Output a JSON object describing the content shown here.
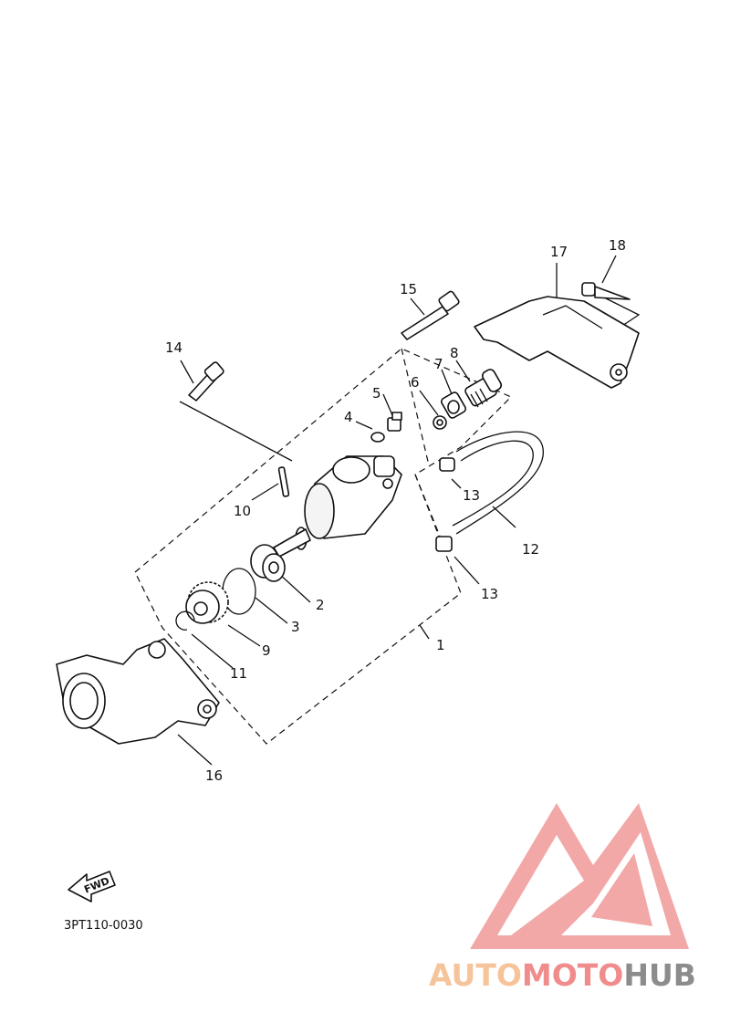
{
  "callouts": {
    "c1": "1",
    "c2": "2",
    "c3": "3",
    "c4": "4",
    "c5": "5",
    "c6": "6",
    "c7": "7",
    "c8": "8",
    "c9": "9",
    "c10": "10",
    "c11": "11",
    "c12": "12",
    "c13a": "13",
    "c13b": "13",
    "c14": "14",
    "c15": "15",
    "c16": "16",
    "c17": "17",
    "c18": "18"
  },
  "fwd_label": "FWD",
  "diagram_code": "3PT110-0030",
  "watermark": {
    "part1": "AUTO",
    "part2": "MOTO",
    "part3": "HUB",
    "colors": {
      "auto": "#f6c49a",
      "moto": "#f08c8c",
      "hub": "#8c8c8c",
      "logo": "#f08c8c"
    }
  }
}
